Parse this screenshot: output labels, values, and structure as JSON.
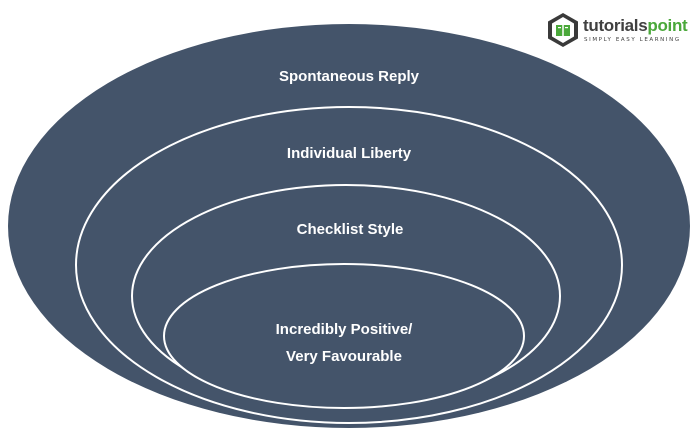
{
  "diagram": {
    "levels": [
      {
        "label": "Spontaneous Reply"
      },
      {
        "label": "Individual Liberty"
      },
      {
        "label": "Checklist Style"
      },
      {
        "label_line1": "Incredibly Positive/",
        "label_line2": "Very Favourable"
      }
    ]
  },
  "logo": {
    "brand_main": "tutorials",
    "brand_accent": "point",
    "tagline": "SIMPLY EASY LEARNING"
  },
  "colors": {
    "ellipse_fill": "#44546a",
    "ring_stroke": "#ffffff",
    "label_text": "#ffffff",
    "logo_green": "#4aa83a",
    "logo_dark": "#404040"
  }
}
